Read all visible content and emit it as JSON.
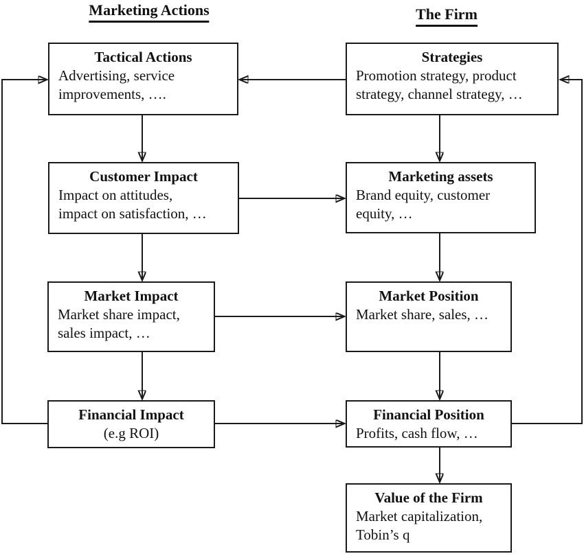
{
  "page": {
    "background_color": "#ffffff",
    "line_color": "#1a1a1a",
    "text_color": "#111111"
  },
  "headers": {
    "left": "Marketing Actions",
    "right": "The Firm"
  },
  "boxes": {
    "tactical_actions": {
      "title": "Tactical Actions",
      "body": "Advertising, service\nimprovements, …."
    },
    "customer_impact": {
      "title": "Customer Impact",
      "body": "Impact on attitudes,\nimpact on satisfaction, …"
    },
    "market_impact": {
      "title": "Market Impact",
      "body": "Market share impact,\nsales impact, …"
    },
    "financial_impact": {
      "title": "Financial Impact",
      "body": "(e.g ROI)"
    },
    "strategies": {
      "title": "Strategies",
      "body": "Promotion strategy, product\nstrategy, channel strategy, …"
    },
    "marketing_assets": {
      "title": "Marketing assets",
      "body": "Brand equity, customer\nequity, …"
    },
    "market_position": {
      "title": "Market Position",
      "body": "Market share, sales, …"
    },
    "financial_position": {
      "title": "Financial Position",
      "body": "Profits, cash flow, …"
    },
    "value_of_firm": {
      "title": "Value of the Firm",
      "body": "Market capitalization,\nTobin’s q"
    }
  },
  "connections": [
    {
      "from": "strategies",
      "to": "tactical_actions",
      "type": "cross"
    },
    {
      "from": "tactical_actions",
      "to": "customer_impact",
      "type": "chain"
    },
    {
      "from": "customer_impact",
      "to": "market_impact",
      "type": "chain"
    },
    {
      "from": "market_impact",
      "to": "financial_impact",
      "type": "chain"
    },
    {
      "from": "strategies",
      "to": "marketing_assets",
      "type": "chain"
    },
    {
      "from": "marketing_assets",
      "to": "market_position",
      "type": "chain"
    },
    {
      "from": "market_position",
      "to": "financial_position",
      "type": "chain"
    },
    {
      "from": "financial_position",
      "to": "value_of_firm",
      "type": "chain"
    },
    {
      "from": "customer_impact",
      "to": "marketing_assets",
      "type": "cross"
    },
    {
      "from": "market_impact",
      "to": "market_position",
      "type": "cross"
    },
    {
      "from": "financial_impact",
      "to": "financial_position",
      "type": "cross"
    },
    {
      "from": "financial_impact",
      "to": "tactical_actions",
      "type": "feedback"
    },
    {
      "from": "financial_position",
      "to": "strategies",
      "type": "feedback"
    }
  ]
}
